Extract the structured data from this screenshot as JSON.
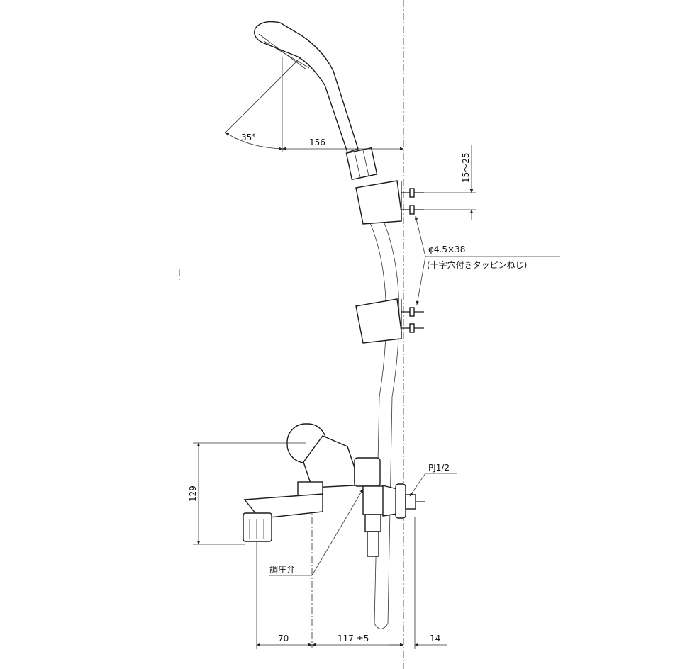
{
  "labels": {
    "angle": "35°",
    "head_offset": "156",
    "bracket_gap": "15～25",
    "screw_size": "φ4.5×38",
    "screw_type": "(十字穴付きタッピンねじ)",
    "pipe_thread": "PJ1/2",
    "height": "129",
    "valve": "調圧弁",
    "spout": "70",
    "center_distance": "117 ±5",
    "wall_offset": "14"
  },
  "colors": {
    "line": "#1a1a1a",
    "axis": "#555555"
  }
}
